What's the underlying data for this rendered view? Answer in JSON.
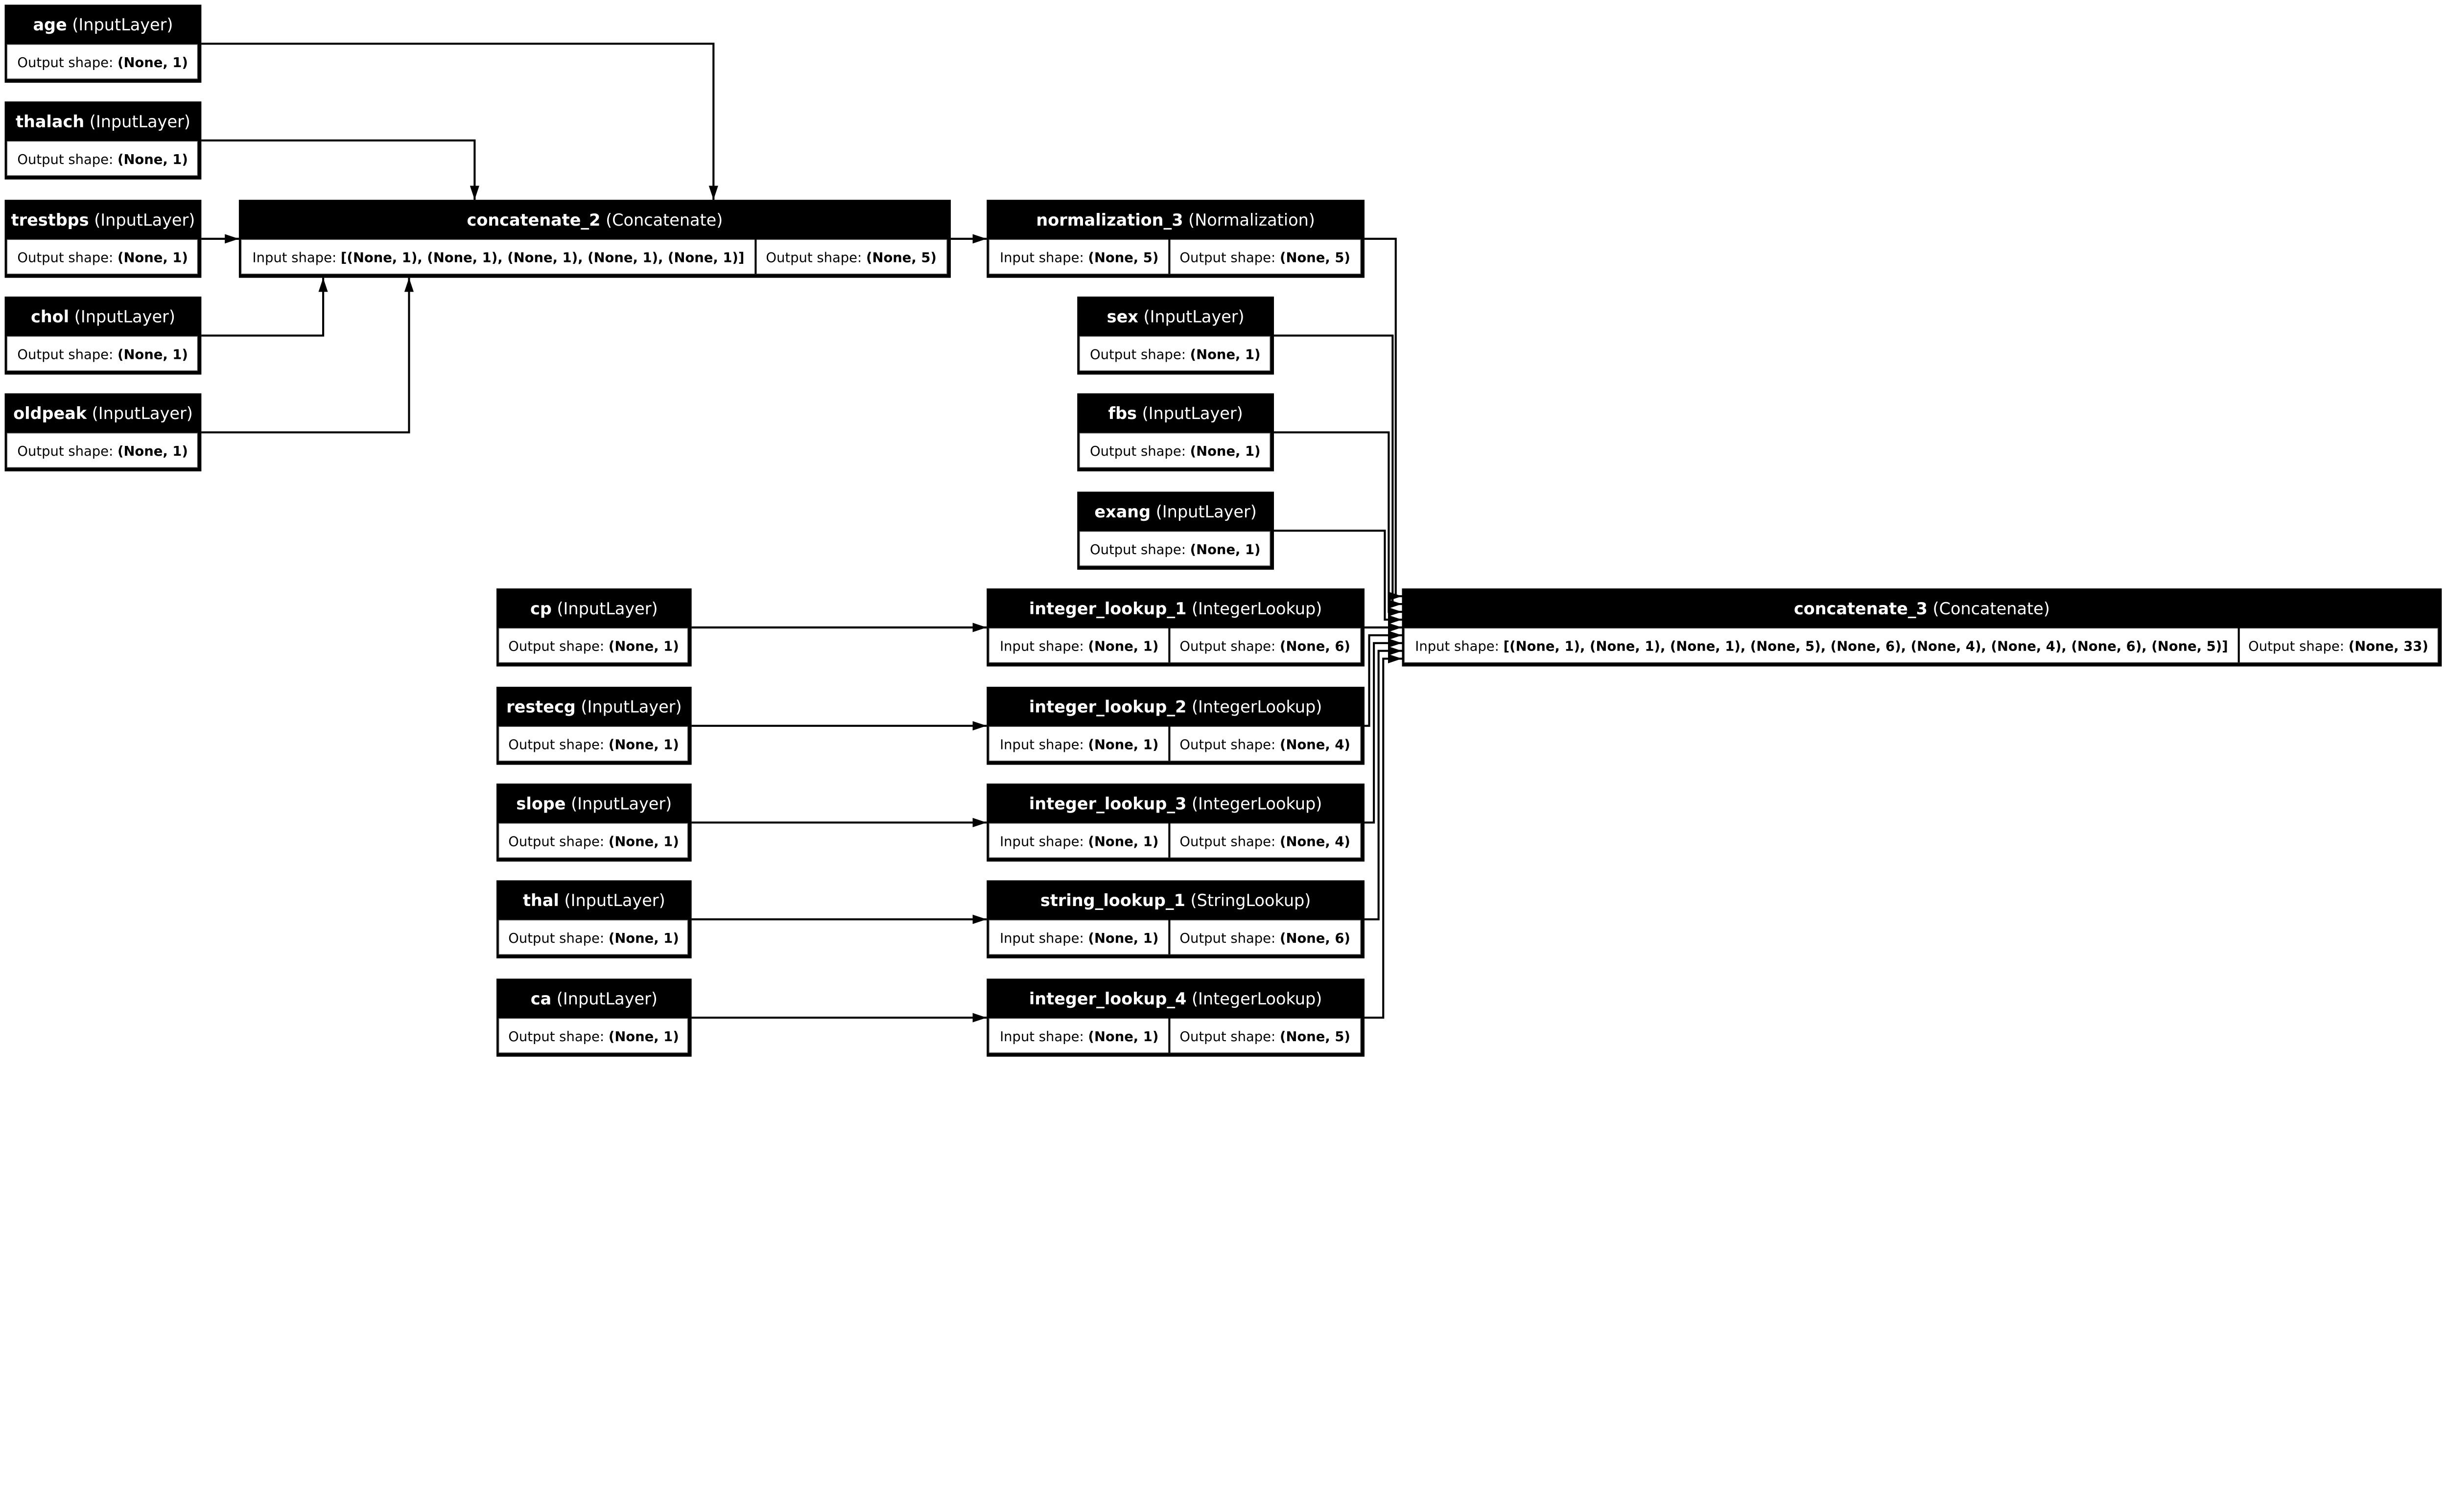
{
  "colors": {
    "header": "#000000",
    "body": "#ffffff",
    "text_header": "#ffffff",
    "text_body": "#000000",
    "edge": "#000000"
  },
  "labels": {
    "input_shape": "Input shape: ",
    "output_shape": "Output shape: "
  },
  "nodes": [
    {
      "name": "age",
      "type": "(InputLayer)",
      "output_shape": "(None, 1)"
    },
    {
      "name": "thalach",
      "type": "(InputLayer)",
      "output_shape": "(None, 1)"
    },
    {
      "name": "trestbps",
      "type": "(InputLayer)",
      "output_shape": "(None, 1)"
    },
    {
      "name": "chol",
      "type": "(InputLayer)",
      "output_shape": "(None, 1)"
    },
    {
      "name": "oldpeak",
      "type": "(InputLayer)",
      "output_shape": "(None, 1)"
    },
    {
      "name": "concatenate_2",
      "type": "(Concatenate)",
      "input_shape": "[(None, 1), (None, 1), (None, 1), (None, 1), (None, 1)]",
      "output_shape": "(None, 5)"
    },
    {
      "name": "normalization_3",
      "type": "(Normalization)",
      "input_shape": "(None, 5)",
      "output_shape": "(None, 5)"
    },
    {
      "name": "sex",
      "type": "(InputLayer)",
      "output_shape": "(None, 1)"
    },
    {
      "name": "fbs",
      "type": "(InputLayer)",
      "output_shape": "(None, 1)"
    },
    {
      "name": "exang",
      "type": "(InputLayer)",
      "output_shape": "(None, 1)"
    },
    {
      "name": "cp",
      "type": "(InputLayer)",
      "output_shape": "(None, 1)"
    },
    {
      "name": "restecg",
      "type": "(InputLayer)",
      "output_shape": "(None, 1)"
    },
    {
      "name": "slope",
      "type": "(InputLayer)",
      "output_shape": "(None, 1)"
    },
    {
      "name": "thal",
      "type": "(InputLayer)",
      "output_shape": "(None, 1)"
    },
    {
      "name": "ca",
      "type": "(InputLayer)",
      "output_shape": "(None, 1)"
    },
    {
      "name": "integer_lookup_1",
      "type": "(IntegerLookup)",
      "input_shape": "(None, 1)",
      "output_shape": "(None, 6)"
    },
    {
      "name": "integer_lookup_2",
      "type": "(IntegerLookup)",
      "input_shape": "(None, 1)",
      "output_shape": "(None, 4)"
    },
    {
      "name": "integer_lookup_3",
      "type": "(IntegerLookup)",
      "input_shape": "(None, 1)",
      "output_shape": "(None, 4)"
    },
    {
      "name": "string_lookup_1",
      "type": "(StringLookup)",
      "input_shape": "(None, 1)",
      "output_shape": "(None, 6)"
    },
    {
      "name": "integer_lookup_4",
      "type": "(IntegerLookup)",
      "input_shape": "(None, 1)",
      "output_shape": "(None, 5)"
    },
    {
      "name": "concatenate_3",
      "type": "(Concatenate)",
      "input_shape": "[(None, 1), (None, 1), (None, 1), (None, 5), (None, 6), (None, 4), (None, 4), (None, 6), (None, 5)]",
      "output_shape": "(None, 33)"
    }
  ],
  "edges": [
    {
      "from": "age",
      "to": "concatenate_2"
    },
    {
      "from": "thalach",
      "to": "concatenate_2"
    },
    {
      "from": "trestbps",
      "to": "concatenate_2"
    },
    {
      "from": "chol",
      "to": "concatenate_2"
    },
    {
      "from": "oldpeak",
      "to": "concatenate_2"
    },
    {
      "from": "concatenate_2",
      "to": "normalization_3"
    },
    {
      "from": "normalization_3",
      "to": "concatenate_3"
    },
    {
      "from": "sex",
      "to": "concatenate_3"
    },
    {
      "from": "fbs",
      "to": "concatenate_3"
    },
    {
      "from": "exang",
      "to": "concatenate_3"
    },
    {
      "from": "cp",
      "to": "integer_lookup_1"
    },
    {
      "from": "restecg",
      "to": "integer_lookup_2"
    },
    {
      "from": "slope",
      "to": "integer_lookup_3"
    },
    {
      "from": "thal",
      "to": "string_lookup_1"
    },
    {
      "from": "ca",
      "to": "integer_lookup_4"
    },
    {
      "from": "integer_lookup_1",
      "to": "concatenate_3"
    },
    {
      "from": "integer_lookup_2",
      "to": "concatenate_3"
    },
    {
      "from": "integer_lookup_3",
      "to": "concatenate_3"
    },
    {
      "from": "string_lookup_1",
      "to": "concatenate_3"
    },
    {
      "from": "integer_lookup_4",
      "to": "concatenate_3"
    }
  ]
}
